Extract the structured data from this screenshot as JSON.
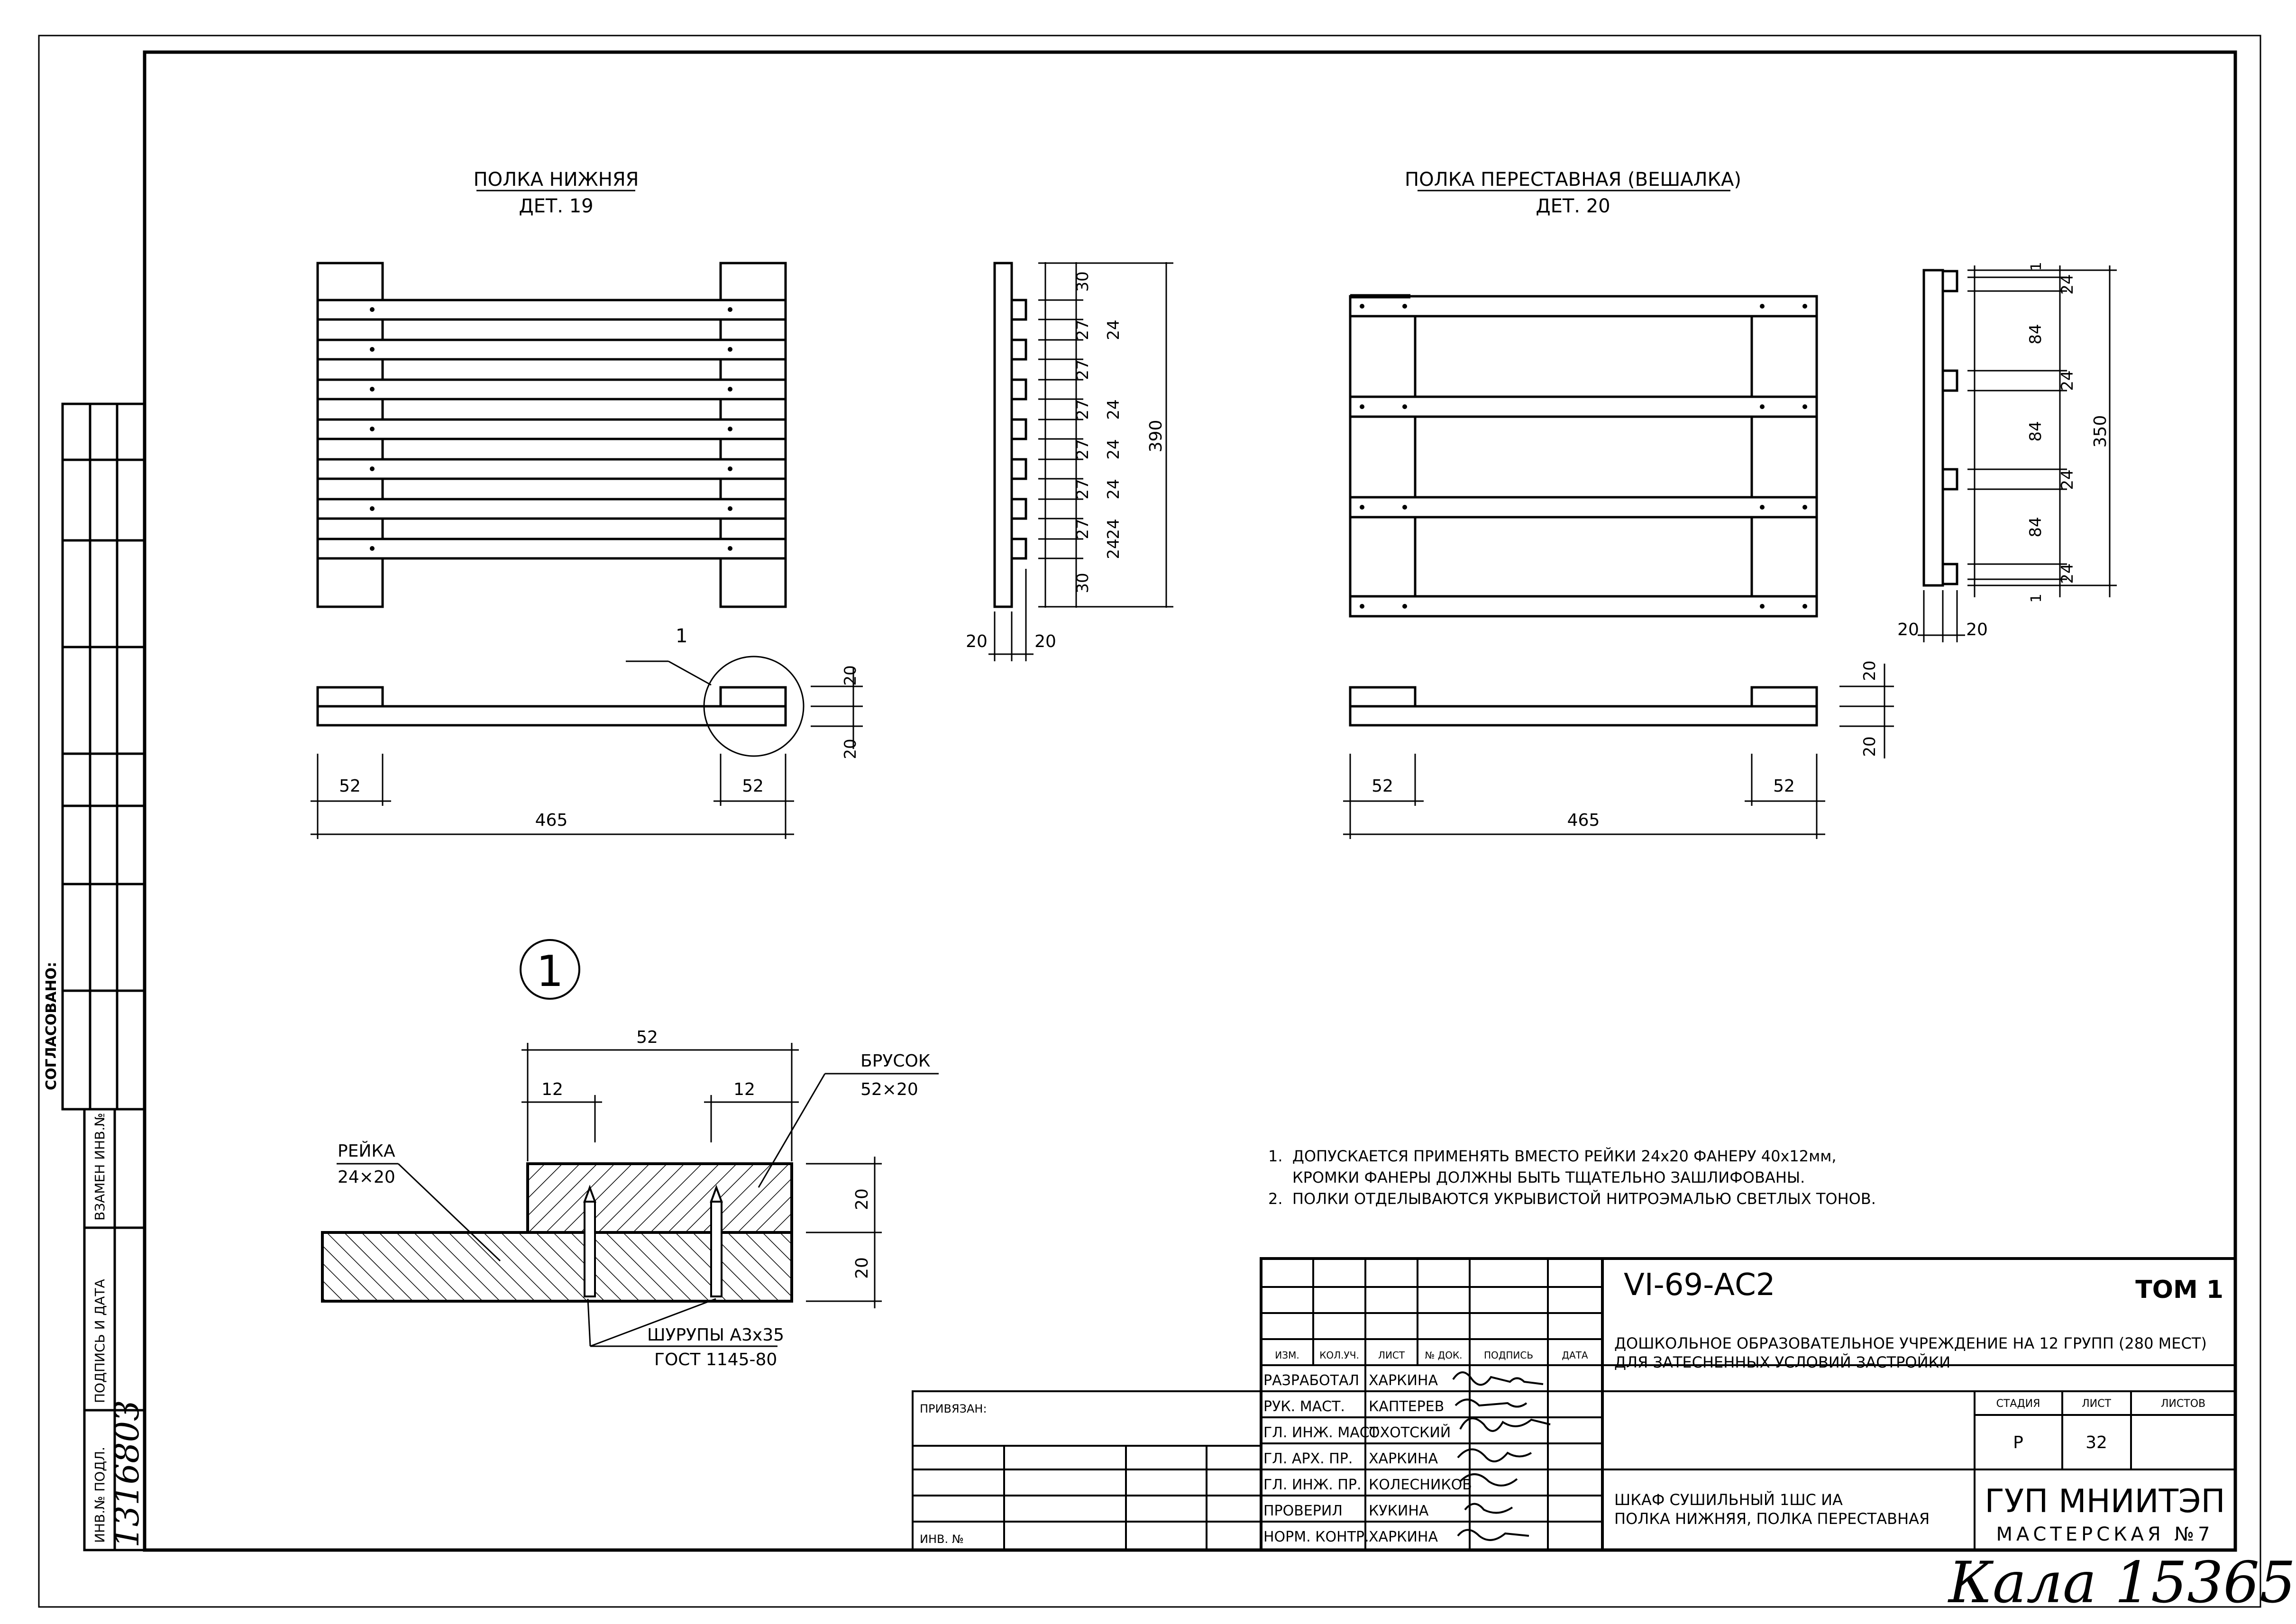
{
  "views": {
    "det19": {
      "title": "ПОЛКА НИЖНЯЯ",
      "subtitle": "ДЕТ. 19"
    },
    "det20": {
      "title": "ПОЛКА ПЕРЕСТАВНАЯ (ВЕШАЛКА)",
      "subtitle": "ДЕТ. 20"
    }
  },
  "dims": {
    "d52": "52",
    "d465": "465",
    "d20": "20",
    "d30": "30",
    "d27": "27",
    "d24": "24",
    "d390": "390",
    "d84": "84",
    "d350": "350",
    "d1": "1",
    "d12": "12",
    "d19_side_pattern": [
      "30",
      "27",
      "27",
      "27",
      "27",
      "27",
      "27",
      "30"
    ],
    "d19_side_slats": [
      "24",
      "24",
      "24",
      "24",
      "24",
      "24"
    ]
  },
  "callouts": {
    "one": "1"
  },
  "detail": {
    "marker": "1",
    "brusok": "БРУСОК",
    "brusok_size": "52×20",
    "reika": "РЕЙКА",
    "reika_size": "24×20",
    "screws": "ШУРУПЫ А3х35",
    "gost": "ГОСТ 1145-80"
  },
  "notes": [
    "1.  ДОПУСКАЕТСЯ ПРИМЕНЯТЬ ВМЕСТО РЕЙКИ 24х20 ФАНЕРУ 40х12мм,",
    "     КРОМКИ ФАНЕРЫ ДОЛЖНЫ БЫТЬ ТЩАТЕЛЬНО ЗАШЛИФОВАНЫ.",
    "2.  ПОЛКИ ОТДЕЛЫВАЮТСЯ УКРЫВИСТОЙ НИТРОЭМАЛЬЮ СВЕТЛЫХ ТОНОВ."
  ],
  "left_strip": {
    "soglasovano": "СОГЛАСОВАНО:",
    "vzamen": "ВЗАМЕН ИНВ.№",
    "podpis": "ПОДПИСЬ И ДАТА",
    "inv_podl": "ИНВ.№ ПОДЛ.",
    "inv_number": "131680З"
  },
  "binding": {
    "privyazan": "ПРИВЯЗАН:",
    "inv": "ИНВ. №"
  },
  "title_block": {
    "code": "VI-69-АС2",
    "tom": "ТОМ 1",
    "project": [
      "ДОШКОЛЬНОЕ ОБРАЗОВАТЕЛЬНОЕ УЧРЕЖДЕНИЕ НА 12 ГРУПП (280 МЕСТ)",
      "ДЛЯ ЗАТЕСНЕННЫХ УСЛОВИЙ ЗАСТРОЙКИ"
    ],
    "col_headers": [
      "ИЗМ.",
      "КОЛ.УЧ.",
      "ЛИСТ",
      "№ ДОК.",
      "ПОДПИСЬ",
      "ДАТА"
    ],
    "people": [
      {
        "role": "РАЗРАБОТАЛ",
        "name": "ХАРКИНА"
      },
      {
        "role": "РУК. МАСТ.",
        "name": "КАПТЕРЕВ"
      },
      {
        "role": "ГЛ. ИНЖ. МАСТ",
        "name": "ОХОТСКИЙ"
      },
      {
        "role": "ГЛ. АРХ. ПР.",
        "name": "ХАРКИНА"
      },
      {
        "role": "ГЛ. ИНЖ. ПР.",
        "name": "КОЛЕСНИКОВ"
      },
      {
        "role": "ПРОВЕРИЛ",
        "name": "КУКИНА"
      },
      {
        "role": "НОРМ. КОНТР.",
        "name": "ХАРКИНА"
      }
    ],
    "stage_headers": [
      "СТАДИЯ",
      "ЛИСТ",
      "ЛИСТОВ"
    ],
    "stage": "Р",
    "sheet": "32",
    "sheet_title": [
      "ШКАФ СУШИЛЬНЫЙ 1ШС ИА",
      "ПОЛКА НИЖНЯЯ, ПОЛКА ПЕРЕСТАВНАЯ"
    ],
    "org": "ГУП МНИИТЭП",
    "workshop": "МАСТЕРСКАЯ №7"
  },
  "stamp": "Кала 15365"
}
